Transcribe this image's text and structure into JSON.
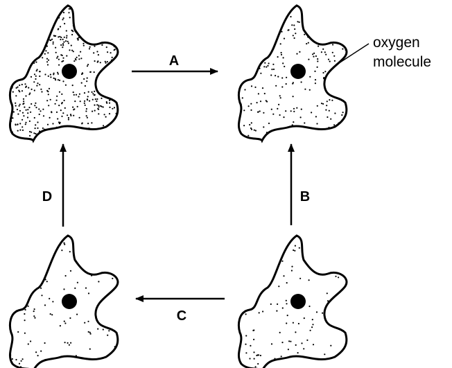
{
  "diagram": {
    "cells": [
      {
        "id": "top-left",
        "dot_density": "high"
      },
      {
        "id": "top-right",
        "dot_density": "medium"
      },
      {
        "id": "bottom-left",
        "dot_density": "low"
      },
      {
        "id": "bottom-right",
        "dot_density": "low"
      }
    ],
    "arrows": {
      "a": "A",
      "b": "B",
      "c": "C",
      "d": "D"
    },
    "annotation": {
      "line1": "oxygen",
      "line2": "molecule"
    },
    "colors": {
      "stroke": "#000000",
      "fill": "#ffffff"
    }
  }
}
